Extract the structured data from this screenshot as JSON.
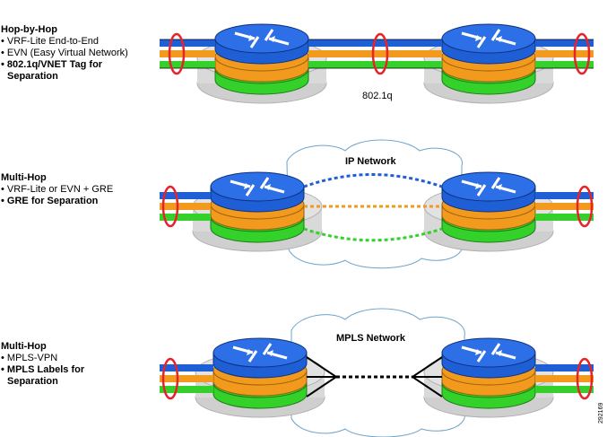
{
  "panels": [
    {
      "title": "Hop-by-Hop",
      "bullets": [
        {
          "text": "VRF-Lite End-to-End",
          "bold": false
        },
        {
          "text": "EVN (Easy Virtual Network)",
          "bold": false
        },
        {
          "text": "802.1q/VNET Tag for",
          "bold": true
        },
        {
          "text": "Separation",
          "bold": true,
          "continuation": true
        }
      ],
      "link_label": "802.1q"
    },
    {
      "title": "Multi-Hop",
      "bullets": [
        {
          "text": "VRF-Lite or EVN + GRE",
          "bold": false
        },
        {
          "text": "GRE for Separation",
          "bold": true
        }
      ],
      "cloud_label": "IP Network"
    },
    {
      "title": "Multi-Hop",
      "bullets": [
        {
          "text": "MPLS-VPN",
          "bold": false
        },
        {
          "text": "MPLS Labels for",
          "bold": true
        },
        {
          "text": "Separation",
          "bold": true,
          "continuation": true
        }
      ],
      "cloud_label": "MPLS Network"
    }
  ],
  "figure_id": "292169",
  "colors": {
    "blue": "#1f5fd6",
    "orange": "#f29a1d",
    "green": "#35d12b",
    "ring": "#e8222a",
    "base": "#cfcfcf",
    "cloud_stroke": "#6fa3c9"
  }
}
